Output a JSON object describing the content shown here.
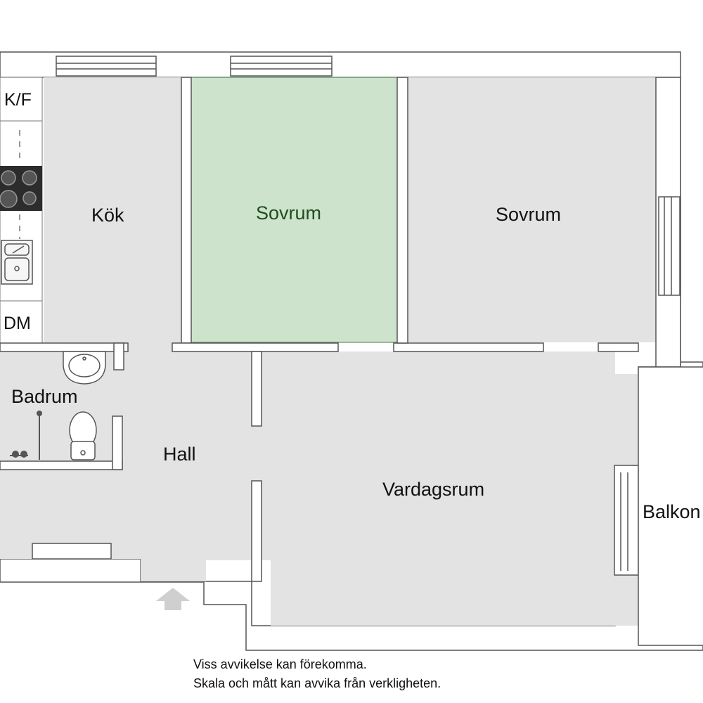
{
  "rooms": {
    "kitchen": "Kök",
    "bedroom_highlight": "Sovrum",
    "bedroom_right": "Sovrum",
    "bathroom": "Badrum",
    "hall": "Hall",
    "living_room": "Vardagsrum",
    "balcony": "Balkon"
  },
  "fixtures": {
    "fridge_freezer": "K/F",
    "dishwasher": "DM"
  },
  "disclaimer": {
    "line1": "Viss avvikelse kan förekomma.",
    "line2": "Skala och mått kan avvika från verkligheten."
  },
  "colors": {
    "floor": "#e3e3e3",
    "highlight_room": "#cde3cb",
    "highlight_text": "#1f4d1f",
    "wall_line": "#555555"
  },
  "icons": {
    "entrance": "entrance-arrow-icon",
    "stove": "stove-icon",
    "sink": "sink-icon",
    "toilet": "toilet-icon",
    "washbasin": "washbasin-icon",
    "shower": "shower-icon"
  }
}
